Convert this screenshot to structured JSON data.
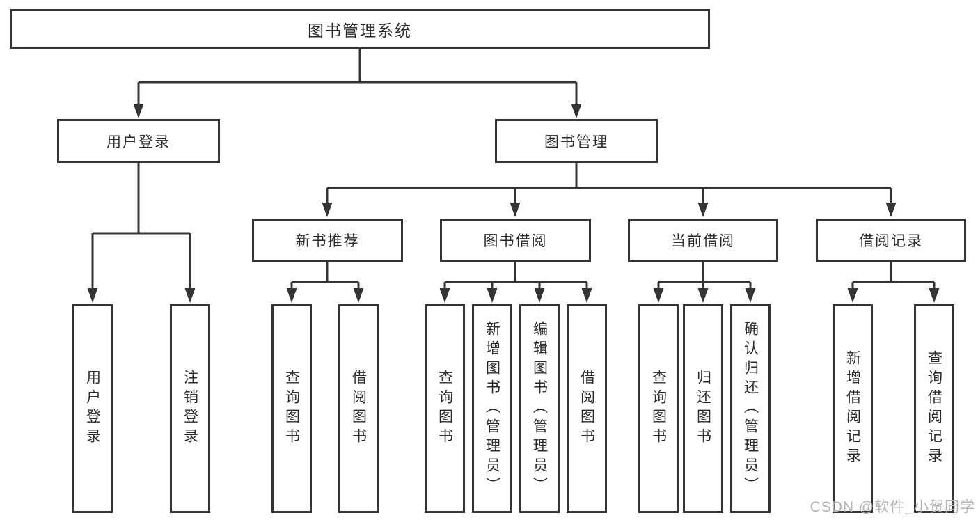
{
  "diagram": {
    "root": "图书管理系统",
    "level2": [
      "用户登录",
      "图书管理"
    ],
    "level3": [
      "新书推荐",
      "图书借阅",
      "当前借阅",
      "借阅记录"
    ],
    "leaves": {
      "user_login": [
        "用户登录",
        "注销登录"
      ],
      "new_books": [
        "查询图书",
        "借阅图书"
      ],
      "borrowing": [
        "查询图书",
        "新增图书（管理员）",
        "编辑图书（管理员）",
        "借阅图书"
      ],
      "current": [
        "查询图书",
        "归还图书",
        "确认归还（管理员）"
      ],
      "records": [
        "新增借阅记录",
        "查询借阅记录"
      ]
    },
    "watermark": "CSDN @软件_小贺同学",
    "colors": {
      "line": "#343434",
      "text": "#2b2b2b",
      "watermark": "#b3b3b3",
      "background": "#ffffff"
    }
  }
}
